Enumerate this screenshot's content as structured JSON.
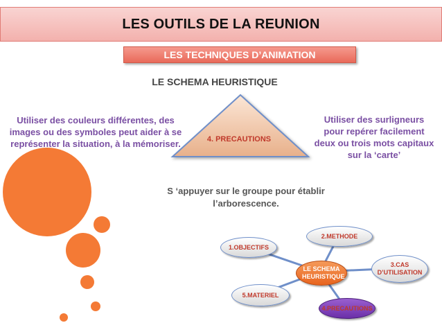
{
  "header": {
    "title": "LES OUTILS DE LA REUNION",
    "subtitle": "LES TECHNIQUES D’ANIMATION",
    "heading": "LE SCHEMA HEURISTIQUE"
  },
  "triangle": {
    "label": "4. PRECAUTIONS"
  },
  "left_text": "Utiliser des couleurs différentes, des images ou des symboles peut aider à se représenter la situation, à la mémoriser.",
  "right_text": "Utiliser des surligneurs pour repérer facilement deux ou trois mots capitaux sur la ‘carte’",
  "mid_text": "S ‘appuyer sur le groupe pour établir l’arborescence.",
  "mindmap": {
    "center": "LE SCHEMA HEURISTIQUE",
    "methode": "2.METHODE",
    "objectifs": "1.OBJECTIFS",
    "cas": "3.CAS D’UTILISATION",
    "materiel": "5.MATERIEL",
    "precautions": "4.PRECAUTIONS"
  },
  "colors": {
    "title_bg": "#f3b1ad",
    "subtitle_bg": "#e96a5a",
    "accent_orange": "#f47a35",
    "text_purple": "#7a4fa3"
  }
}
